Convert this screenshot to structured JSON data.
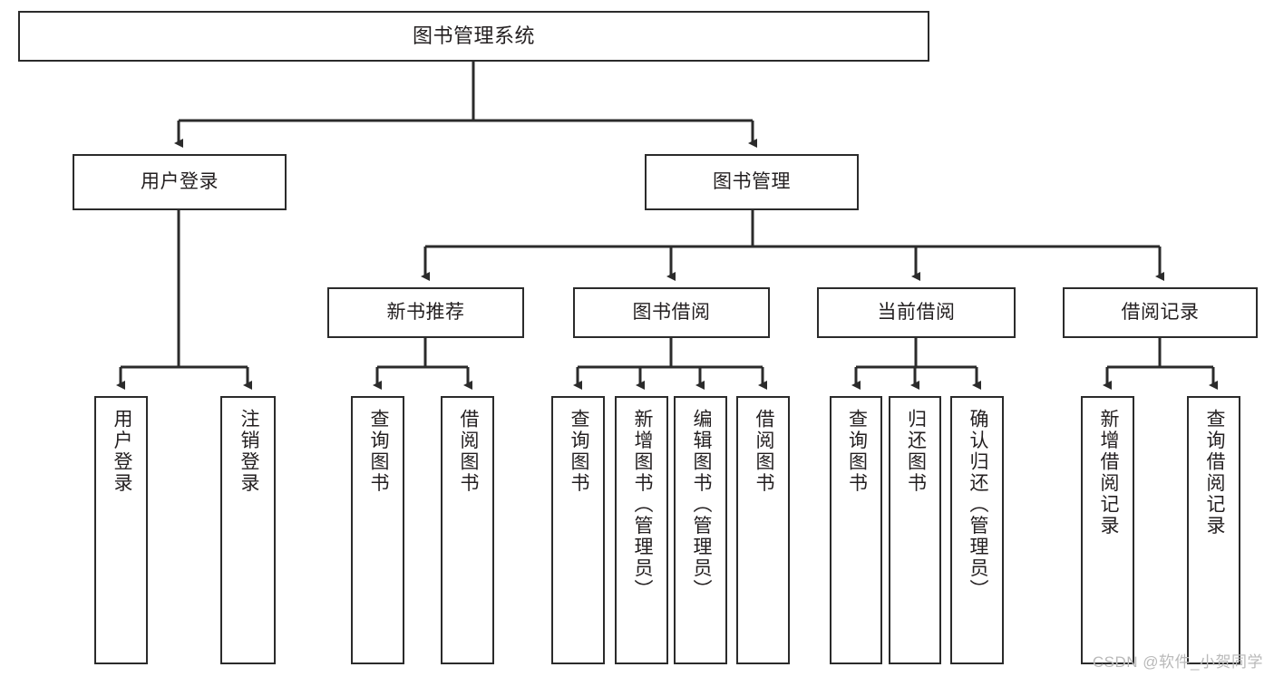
{
  "diagram": {
    "title": "图书管理系统",
    "type": "tree-hierarchy",
    "watermark": "CSDN @软件_小贺同学",
    "colors": {
      "stroke": "#2b2b2b",
      "fill": "#ffffff",
      "text": "#231f20",
      "watermark": "#b9b9b9"
    },
    "root": {
      "label": "图书管理系统"
    },
    "level1": [
      {
        "label": "用户登录"
      },
      {
        "label": "图书管理"
      }
    ],
    "level2": [
      {
        "label": "新书推荐"
      },
      {
        "label": "图书借阅"
      },
      {
        "label": "当前借阅"
      },
      {
        "label": "借阅记录"
      }
    ],
    "leaves": {
      "user_login": [
        {
          "label": "用户登录"
        },
        {
          "label": "注销登录"
        }
      ],
      "new_book_recommend": [
        {
          "label": "查询图书"
        },
        {
          "label": "借阅图书"
        }
      ],
      "book_borrow": [
        {
          "label": "查询图书"
        },
        {
          "label": "新增图书（管理员）"
        },
        {
          "label": "编辑图书（管理员）"
        },
        {
          "label": "借阅图书"
        }
      ],
      "current_borrow": [
        {
          "label": "查询图书"
        },
        {
          "label": "归还图书"
        },
        {
          "label": "确认归还（管理员）"
        }
      ],
      "borrow_record": [
        {
          "label": "新增借阅记录"
        },
        {
          "label": "查询借阅记录"
        }
      ]
    }
  }
}
